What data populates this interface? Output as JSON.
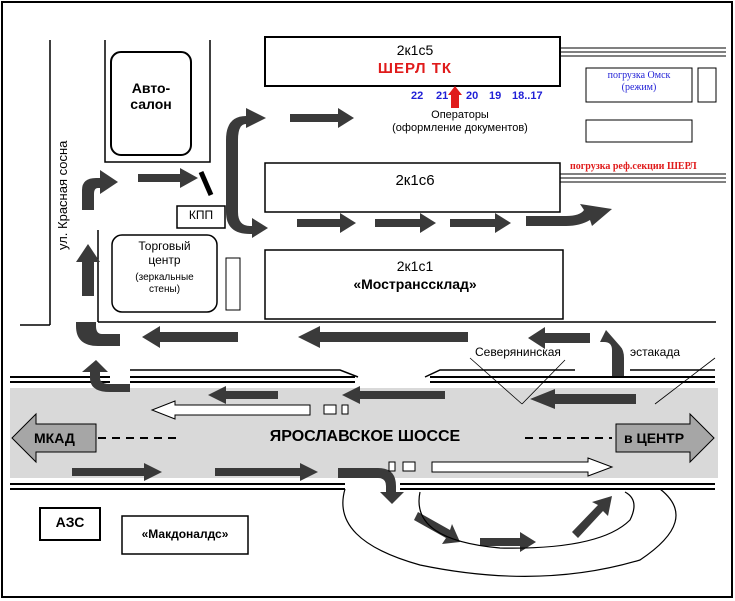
{
  "buildings": {
    "b2k1c5": {
      "code": "2к1с5",
      "tenant": "ШЕРЛ ТК"
    },
    "b2k1c6": {
      "code": "2к1с6"
    },
    "b2k1c1": {
      "code": "2к1с1",
      "tenant": "«Мострансcклад»"
    },
    "autosalon": {
      "label": "Авто-\nсалон"
    },
    "kpp": {
      "label": "КПП"
    },
    "mall": {
      "title": "Торговый\nцентр",
      "note": "(зеркальные\nстены)"
    },
    "azs": {
      "label": "АЗС"
    },
    "mcdonalds": {
      "label": "«Макдоналдс»"
    }
  },
  "gates": {
    "numbers": [
      "22",
      "21",
      "20",
      "19",
      "18..17"
    ],
    "operators": "Операторы\n(оформление документов)",
    "color": "#1f1fd6"
  },
  "loading": {
    "omsk": "погрузка Омск\n(режим)",
    "reefer": "погрузка реф.секции ШЕРЛ",
    "omsk_color": "#1f1fd6",
    "reefer_color": "#e01b1b"
  },
  "roads": {
    "highway": "ЯРОСЛАВСКОЕ ШОССЕ",
    "to_mkad": "МКАД",
    "to_center": "в ЦЕНТР",
    "street": "ул. Красная сосна",
    "severyaninskaya": "Северянинская",
    "overpass": "эстакада"
  },
  "colors": {
    "highway_fill": "#d9d9d9",
    "arrow": "#3a3a3a",
    "direction_sign": "#a6a6a6",
    "accent_red": "#e01b1b"
  }
}
